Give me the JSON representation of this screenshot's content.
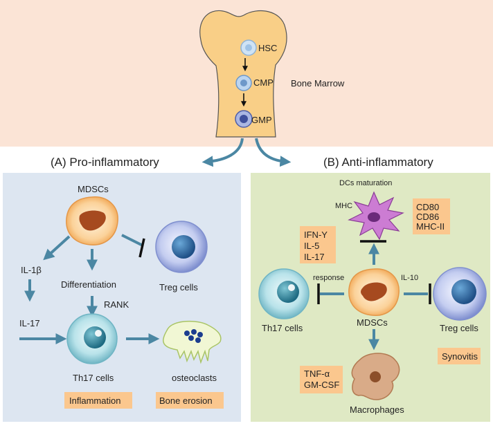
{
  "top": {
    "bone_marrow": "Bone Marrow",
    "hsc": "HSC",
    "cmp": "CMP",
    "gmp": "GMP"
  },
  "panel_a": {
    "title": "(A) Pro-inflammatory",
    "mdscs": "MDSCs",
    "il1b": "IL-1β",
    "il17": "IL-17",
    "differentiation": "Differentiation",
    "rank": "RANK",
    "treg": "Treg cells",
    "th17": "Th17 cells",
    "osteoclasts": "osteoclasts",
    "inflammation": "Inflammation",
    "bone_erosion": "Bone erosion"
  },
  "panel_b": {
    "title": "(B) Anti-inflammatory",
    "dcs": "DCs maturation",
    "mhc": "MHC",
    "markers": [
      "CD80",
      "CD86",
      "MHC-II"
    ],
    "cytokines": [
      "IFN-Y",
      "IL-5",
      "IL-17"
    ],
    "response": "response",
    "il10": "IL-10",
    "mdscs": "MDSCs",
    "th17": "Th17 cells",
    "treg": "Treg cells",
    "synovitis": "Synovitis",
    "tnf": [
      "TNF-α",
      "GM-CSF"
    ],
    "macrophages": "Macrophages"
  },
  "colors": {
    "bone_bg": "#fbe4d6",
    "bone_fill": "#f9cf87",
    "panel_a_bg": "#dde6f1",
    "panel_b_bg": "#dfe9c4",
    "arrow": "#4b87a3",
    "tag": "#fbc78e"
  }
}
